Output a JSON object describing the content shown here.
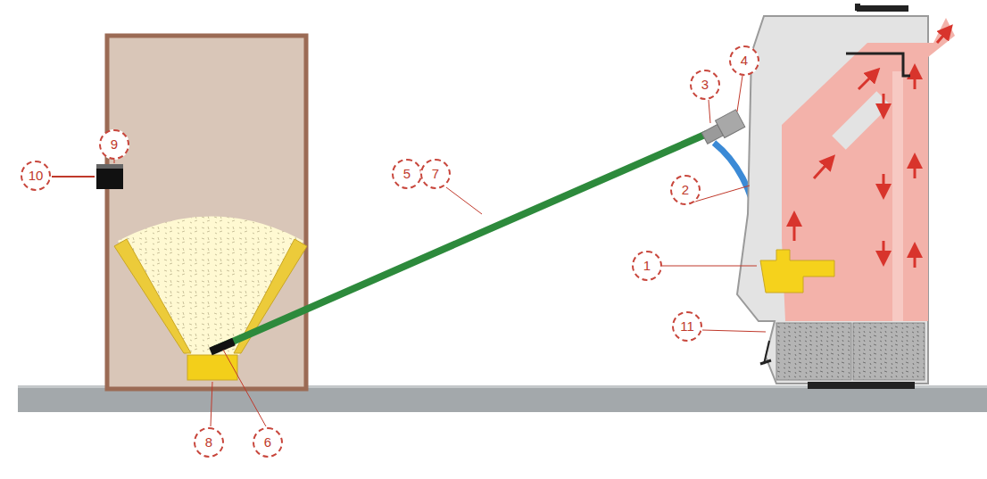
{
  "diagram": {
    "labels": [
      "9",
      "10",
      "3",
      "4",
      "5",
      "7",
      "2",
      "1",
      "11",
      "8",
      "6"
    ]
  }
}
